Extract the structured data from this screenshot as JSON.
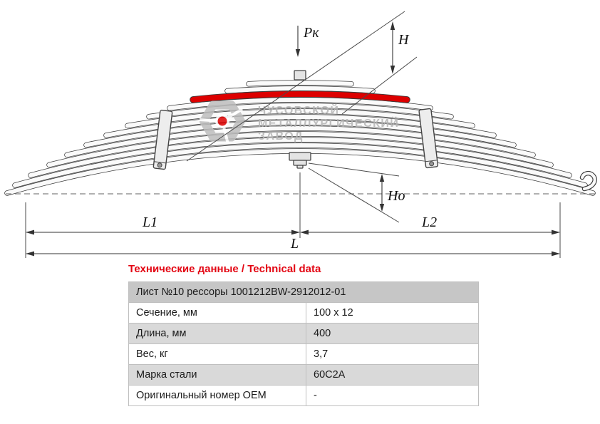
{
  "diagram": {
    "labels": {
      "load": "Pк",
      "h": "H",
      "h0": "Hо",
      "l1": "L1",
      "l2": "L2",
      "l": "L"
    },
    "watermark": {
      "line1": "ЧУСОВСКОЙ",
      "line2": "МЕТАЛЛУРГИЧЕСКИЙ",
      "line3": "ЗАВОД"
    },
    "colors": {
      "highlight_leaf": "#dd0000",
      "watermark_gray": "#b5b5b5",
      "watermark_dot": "#dd0000"
    }
  },
  "table": {
    "title": "Технические данные / Technical data",
    "title_color": "#e30613",
    "header": "Лист №10 рессоры 1001212BW-2912012-01",
    "rows": [
      {
        "label": "Сечение, мм",
        "value": "100 x 12"
      },
      {
        "label": "Длина, мм",
        "value": "400"
      },
      {
        "label": "Вес, кг",
        "value": "3,7"
      },
      {
        "label": "Марка стали",
        "value": "60С2А"
      },
      {
        "label": "Оригинальный номер ОЕМ",
        "value": "-"
      }
    ]
  }
}
